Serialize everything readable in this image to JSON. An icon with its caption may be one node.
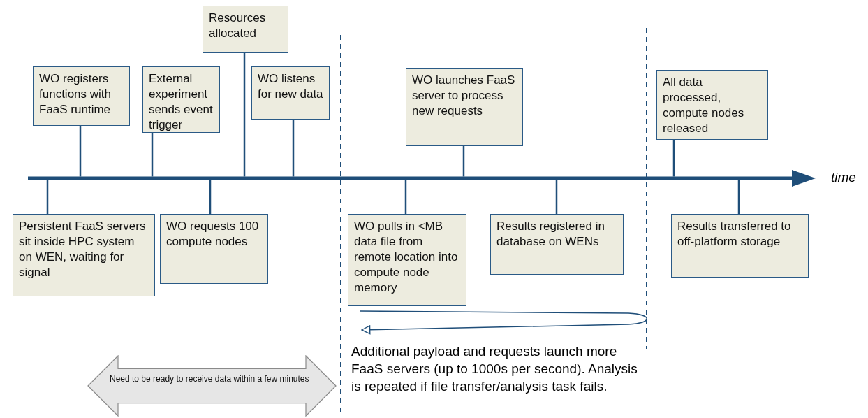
{
  "diagram": {
    "nodes": [
      {
        "text": [
          "Persistent FaaS servers sit inside HPC system on WEN, waiting for signal"
        ]
      },
      {
        "text": [
          "WO registers functions with FaaS runtime"
        ]
      },
      {
        "text": [
          "External experiment sends event trigger"
        ]
      },
      {
        "text": [
          "WO requests 100 compute nodes"
        ]
      },
      {
        "text": [
          "Resources allocated"
        ]
      },
      {
        "text": [
          "WO listens for new data"
        ]
      },
      {
        "text": [
          "WO pulls in <MB data file from remote location into compute node memory"
        ]
      },
      {
        "text": [
          "WO launches FaaS server to process new requests"
        ]
      },
      {
        "text": [
          "Results registered in database on WENs"
        ]
      },
      {
        "text": [
          "All data processed, compute nodes released"
        ]
      },
      {
        "text": [
          "Results transferred to off-platform storage"
        ]
      },
      {
        "text": [],
        "shape": "bar",
        "beside": [
          "time"
        ]
      },
      {
        "text": [
          "Need to be ready to receive data within a few minutes"
        ]
      }
    ],
    "edges": [
      {
        "from": 0,
        "to": 11,
        "arrow": "none"
      },
      {
        "from": 1,
        "to": 11,
        "arrow": "none"
      },
      {
        "from": 2,
        "to": 11,
        "arrow": "none"
      },
      {
        "from": 3,
        "to": 11,
        "arrow": "none"
      },
      {
        "from": 4,
        "to": 11,
        "arrow": "none"
      },
      {
        "from": 5,
        "to": 11,
        "arrow": "none"
      },
      {
        "from": 6,
        "to": 11,
        "arrow": "none"
      },
      {
        "from": 7,
        "to": 11,
        "arrow": "none"
      },
      {
        "from": 8,
        "to": 11,
        "arrow": "none"
      },
      {
        "from": 9,
        "to": 11,
        "arrow": "none"
      },
      {
        "from": 10,
        "to": 11,
        "arrow": "none"
      }
    ],
    "labels": [
      "Additional payload and requests launch more FaaS servers (up to 1000s per second). Analysis is repeated if file transfer/analysis task fails."
    ]
  }
}
